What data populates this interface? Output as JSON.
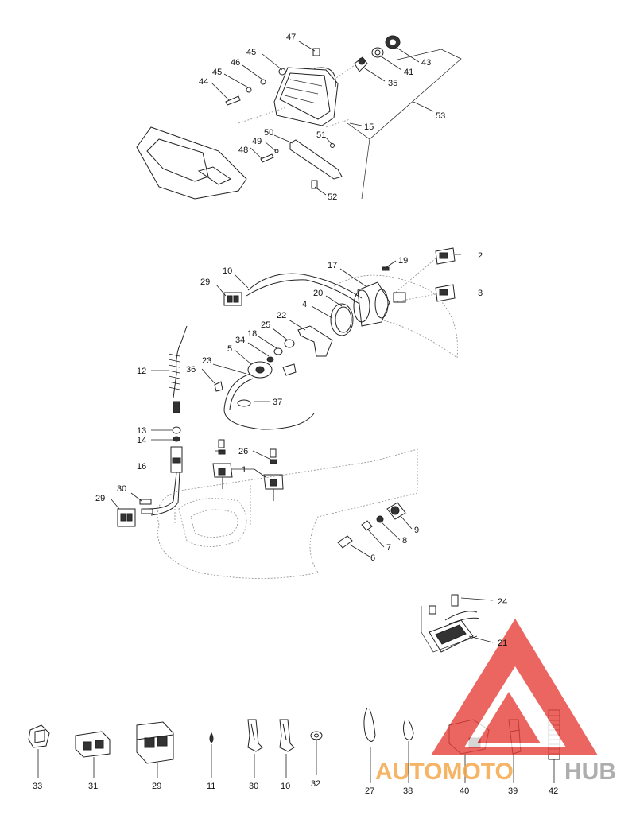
{
  "labels": {
    "47": "47",
    "45a": "45",
    "46": "46",
    "45b": "45",
    "44": "44",
    "43": "43",
    "41": "41",
    "35": "35",
    "53": "53",
    "15": "15",
    "50": "50",
    "51": "51",
    "49": "49",
    "48": "48",
    "52": "52",
    "17": "17",
    "19": "19",
    "2": "2",
    "3": "3",
    "10a": "10",
    "29a": "29",
    "20": "20",
    "4": "4",
    "22": "22",
    "25": "25",
    "18": "18",
    "34": "34",
    "5": "5",
    "23": "23",
    "12": "12",
    "36": "36",
    "37": "37",
    "13": "13",
    "14": "14",
    "26": "26",
    "16": "16",
    "1": "1",
    "30a": "30",
    "29b": "29",
    "9": "9",
    "8": "8",
    "7": "7",
    "6": "6",
    "24": "24",
    "21": "21",
    "33": "33",
    "31": "31",
    "29c": "29",
    "11": "11",
    "30b": "30",
    "10b": "10",
    "32": "32",
    "27": "27",
    "38": "38",
    "40": "40",
    "39": "39",
    "42": "42"
  },
  "watermark": {
    "text_orange": "AUTOMOTO",
    "text_grey": "HUB",
    "color_red": "#e8403a",
    "color_orange": "#f4a340",
    "color_grey": "#9a9a9a"
  }
}
